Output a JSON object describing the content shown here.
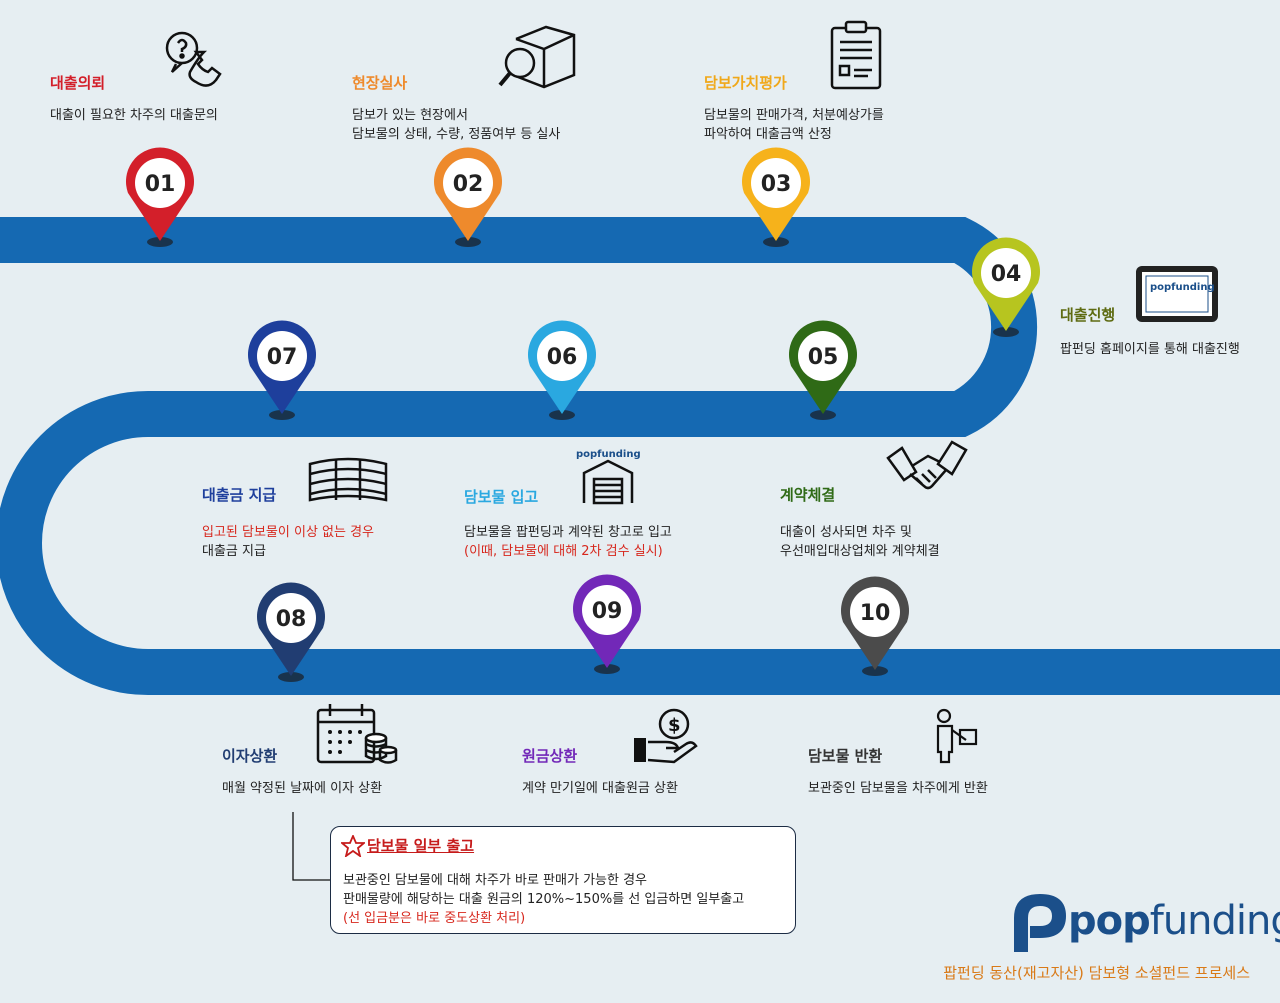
{
  "steps": [
    {
      "num": "01",
      "title": "대출의뢰",
      "color": "#d31f2a",
      "desc": [
        "대출이 필요한 차주의 대출문의"
      ]
    },
    {
      "num": "02",
      "title": "현장실사",
      "color": "#ee8a2c",
      "desc": [
        "담보가 있는 현장에서",
        "담보물의 상태, 수량, 정품여부 등 실사"
      ]
    },
    {
      "num": "03",
      "title": "담보가치평가",
      "color": "#f6b21b",
      "desc": [
        "담보물의 판매가격, 처분예상가를",
        "파악하여 대출금액 산정"
      ]
    },
    {
      "num": "04",
      "title": "대출진행",
      "color": "#b7c51f",
      "desc": [
        "팝펀딩 홈페이지를 통해 대출진행"
      ]
    },
    {
      "num": "05",
      "title": "계약체결",
      "color": "#2f6a16",
      "desc": [
        "대출이 성사되면 차주 및",
        "우선매입대상업체와 계약체결"
      ]
    },
    {
      "num": "06",
      "title": "담보물 입고",
      "color": "#2aa8e0",
      "desc": [
        "담보물을 팝펀딩과 계약된 창고로 입고",
        "(이때, 담보물에 대해 2차 검수 실시)"
      ]
    },
    {
      "num": "07",
      "title": "대출금 지급",
      "color": "#1e3f9c",
      "desc": [
        "입고된 담보물이 이상 없는 경우",
        "대출금 지급"
      ]
    },
    {
      "num": "08",
      "title": "이자상환",
      "color": "#213d72",
      "desc": [
        "매월 약정된 날짜에 이자 상환"
      ]
    },
    {
      "num": "09",
      "title": "원금상환",
      "color": "#7228b8",
      "desc": [
        "계약 만기일에 대출원금 상환"
      ]
    },
    {
      "num": "10",
      "title": "담보물 반환",
      "color": "#4b4b4b",
      "desc": [
        "보관중인 담보물을 차주에게 반환"
      ]
    }
  ],
  "icons": [
    "phone-question-icon",
    "magnifier-box-icon",
    "clipboard-icon",
    "laptop-screen-icon",
    "handshake-icon",
    "warehouse-icon",
    "money-stack-icon",
    "calendar-coins-icon",
    "hand-dollar-icon",
    "person-box-icon"
  ],
  "icon_brand_text": "popfunding",
  "note": {
    "title": "담보물 일부 출고",
    "lines": [
      "보관중인 담보물에 대해 차주가 바로 판매가 가능한 경우",
      "판매물량에 해당하는 대출 원금의 120%~150%를 선 입금하면 일부출고"
    ],
    "red_line": "(선 입금분은 바로 중도상환 처리)"
  },
  "logo": {
    "text_bold": "pop",
    "text_regular": "funding"
  },
  "footer_caption": "팝펀딩 동산(재고자산)  담보형 소셜펀드 프로세스",
  "colors": {
    "road": "#1569b2",
    "background": "#e6eef2",
    "red_text": "#d7281e",
    "note_star": "#c61b1b"
  }
}
